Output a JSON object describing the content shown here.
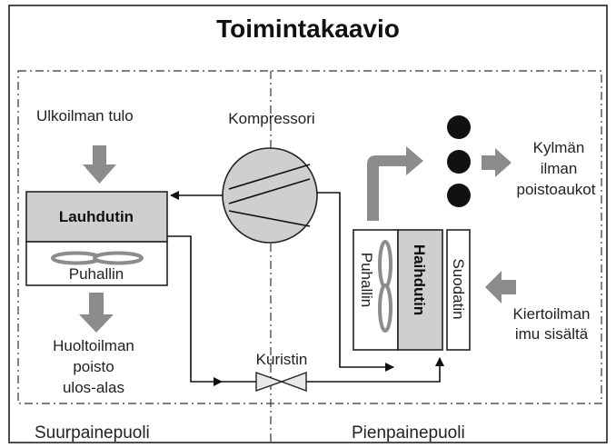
{
  "title": "Toimintakaavio",
  "labels": {
    "outdoor_air_in": "Ulkoilman tulo",
    "compressor": "Kompressori",
    "condenser": "Lauhdutin",
    "fan_left": "Puhallin",
    "service_air_line1": "Huoltoilman",
    "service_air_line2": "poisto",
    "service_air_line3": "ulos-alas",
    "throttle": "Kuristin",
    "cold_air_line1": "Kylmän",
    "cold_air_line2": "ilman",
    "cold_air_line3": "poistoaukot",
    "fan_right": "Puhallin",
    "evaporator": "Haihdutin",
    "filter": "Suodatin",
    "return_air_line1": "Kiertoilman",
    "return_air_line2": "imu sisältä",
    "high_pressure_side": "Suurpainepuoli",
    "low_pressure_side": "Pienpainepuoli"
  },
  "colors": {
    "arrow_gray": "#8c8c8c",
    "block_fill": "#cfcfcf",
    "outlet_dot": "#111111"
  }
}
